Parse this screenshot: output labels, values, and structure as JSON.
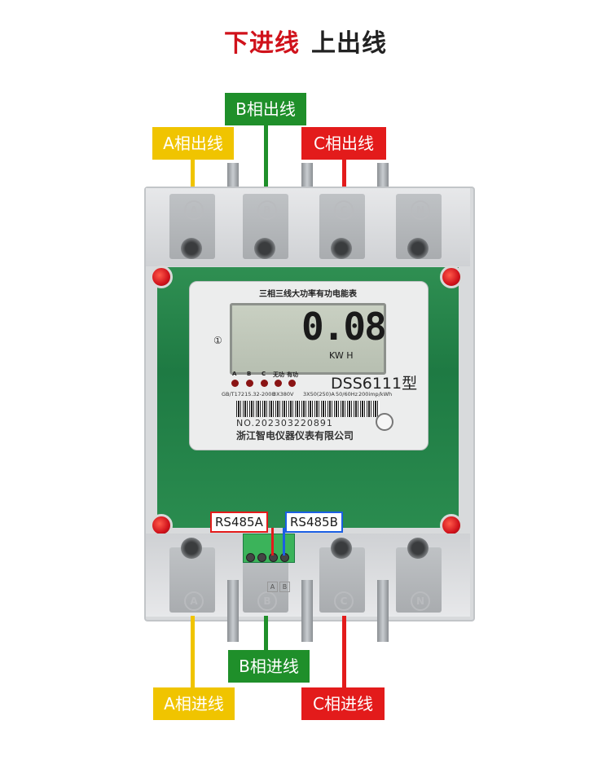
{
  "title": {
    "red": "下进线",
    "black": "上出线"
  },
  "labels": {
    "a_out": "A相出线",
    "b_out": "B相出线",
    "c_out": "C相出线",
    "a_in": "A相进线",
    "b_in": "B相进线",
    "c_in": "C相进线"
  },
  "meter": {
    "plate_title": "三相三线大功率有功电能表",
    "reading": "0.08",
    "unit": "KW H",
    "circle_mark": "①",
    "leds": [
      "A",
      "B",
      "C",
      "无功",
      "有功"
    ],
    "model": "DSS6111型",
    "standard": "GB/T17215.32-2008",
    "voltage": "3X380V",
    "current": "3X50(250)A",
    "frequency": "50/60Hz",
    "constant": "200imp/kWh",
    "serial": "NO.202303220891",
    "maker": "浙江智电仪器仪表有限公司"
  },
  "terminals": [
    "A",
    "B",
    "C",
    "N"
  ],
  "rs485": {
    "a": "RS485A",
    "b": "RS485B"
  },
  "colors": {
    "yellow": "#f0c400",
    "green": "#1f8f2a",
    "red": "#e31b1b",
    "accent_title": "#d0121b"
  }
}
